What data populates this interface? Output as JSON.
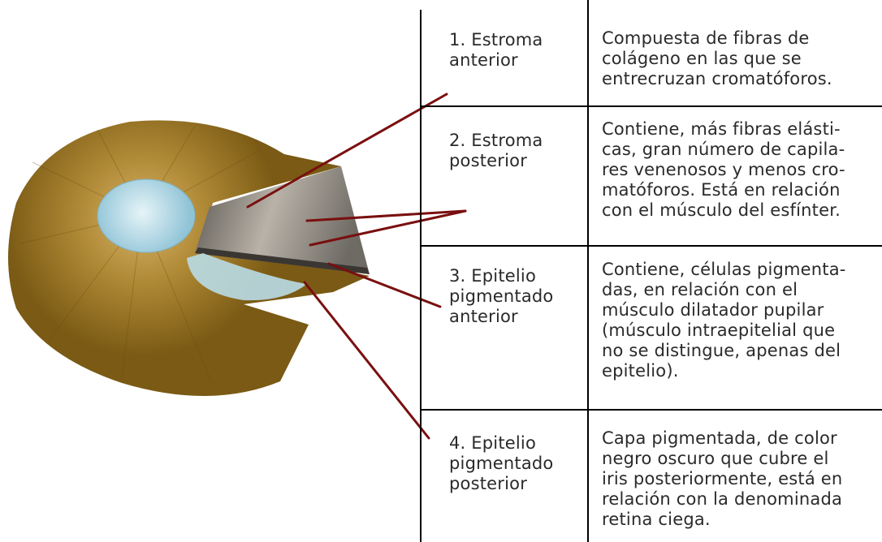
{
  "colors": {
    "leader": "#7a0f0f",
    "iris_outer": "#7a5a14",
    "iris_mid": "#b08a36",
    "pupil": "#a9d7e6",
    "layer_gray": "#8a8680"
  },
  "rows": [
    {
      "label": "1. Estroma\nanterior",
      "desc": "Compuesta de fibras de\ncolágeno en las que se\nentrecruzan cromatóforos."
    },
    {
      "label": "2. Estroma\nposterior",
      "desc": "Contiene, más fibras elásti-\ncas, gran número de capila-\nres venenosos y menos cro-\nmatóforos. Está en relación\ncon el músculo del esfínter."
    },
    {
      "label": "3. Epitelio\npigmentado\nanterior",
      "desc": "Contiene, células pigmenta-\ndas, en relación con el\nmúsculo dilatador pupilar\n(músculo intraepitelial que\nno se distingue, apenas del\nepitelio)."
    },
    {
      "label": "4. Epitelio\npigmentado\nposterior",
      "desc": "Capa pigmentada, de color\nnegro oscuro que cubre el\niris posteriormente, está en\nrelación con la denominada\nretina ciega."
    }
  ]
}
